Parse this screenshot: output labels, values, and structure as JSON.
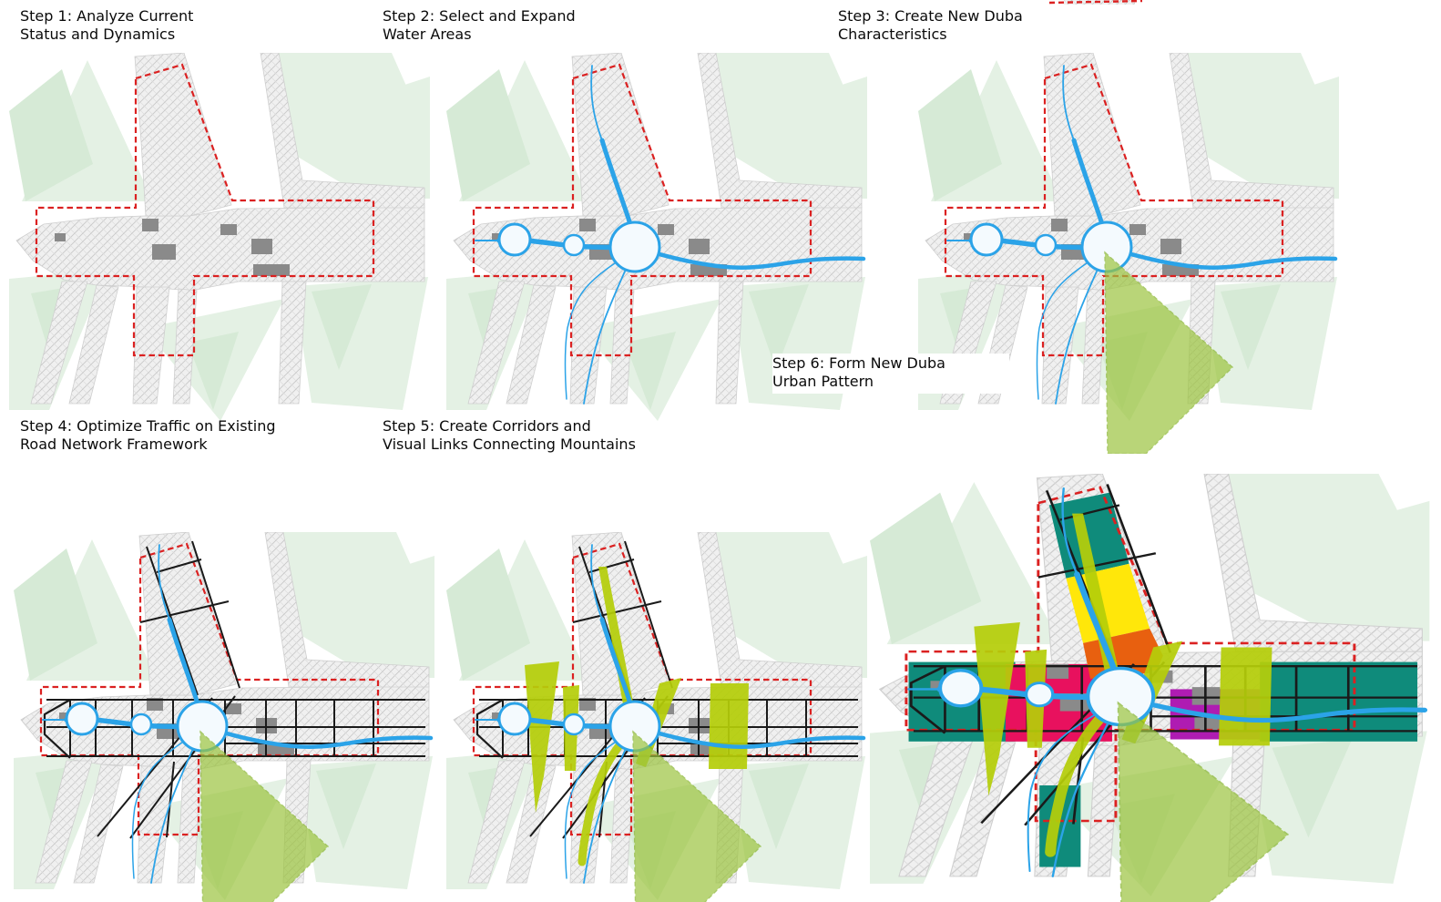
{
  "page": {
    "background": "#ffffff",
    "description": "Six-step urban design concept diagram for New Duba"
  },
  "colors": {
    "mountain_light": "#E4F1E4",
    "mountain_mid": "#D6EAD6",
    "fabric_fill": "#F0F0F0",
    "fabric_hatch": "#C8C8C8",
    "building_gray": "#8A8A8A",
    "boundary_red": "#DB2121",
    "water_blue": "#2BA3E8",
    "water_fill": "#F4FAFE",
    "road_black": "#1A1A1A",
    "corridor_chartreuse": "#B5CE0A",
    "wedge_green": "#9CC43F",
    "zone_teal": "#0F8B7B",
    "zone_magenta": "#E8115E",
    "zone_purple": "#AF1CB2",
    "zone_orange": "#E8600F",
    "zone_yellow": "#FFE70A"
  },
  "panels": [
    {
      "id": "step-1",
      "title": "Step 1: Analyze Current\nStatus and Dynamics",
      "layers": {
        "water": false,
        "wedge": false,
        "roads": false,
        "corridors": false,
        "blocks": false
      }
    },
    {
      "id": "step-2",
      "title": "Step 2: Select and Expand\nWater Areas",
      "layers": {
        "water": true,
        "wedge": false,
        "roads": false,
        "corridors": false,
        "blocks": false
      }
    },
    {
      "id": "step-3",
      "title": "Step 3: Create New Duba\nCharacteristics",
      "layers": {
        "water": true,
        "wedge": true,
        "roads": false,
        "corridors": false,
        "blocks": false
      }
    },
    {
      "id": "step-4",
      "title": "Step 4: Optimize Traffic on Existing\nRoad Network Framework",
      "layers": {
        "water": true,
        "wedge": true,
        "roads": true,
        "corridors": false,
        "blocks": false
      }
    },
    {
      "id": "step-5",
      "title": "Step 5: Create Corridors and\nVisual Links Connecting Mountains",
      "layers": {
        "water": true,
        "wedge": true,
        "roads": true,
        "corridors": true,
        "blocks": false
      }
    },
    {
      "id": "step-6",
      "title": "Step 6: Form New Duba\nUrban Pattern",
      "layers": {
        "water": true,
        "wedge": true,
        "roads": true,
        "corridors": true,
        "blocks": true
      }
    }
  ]
}
